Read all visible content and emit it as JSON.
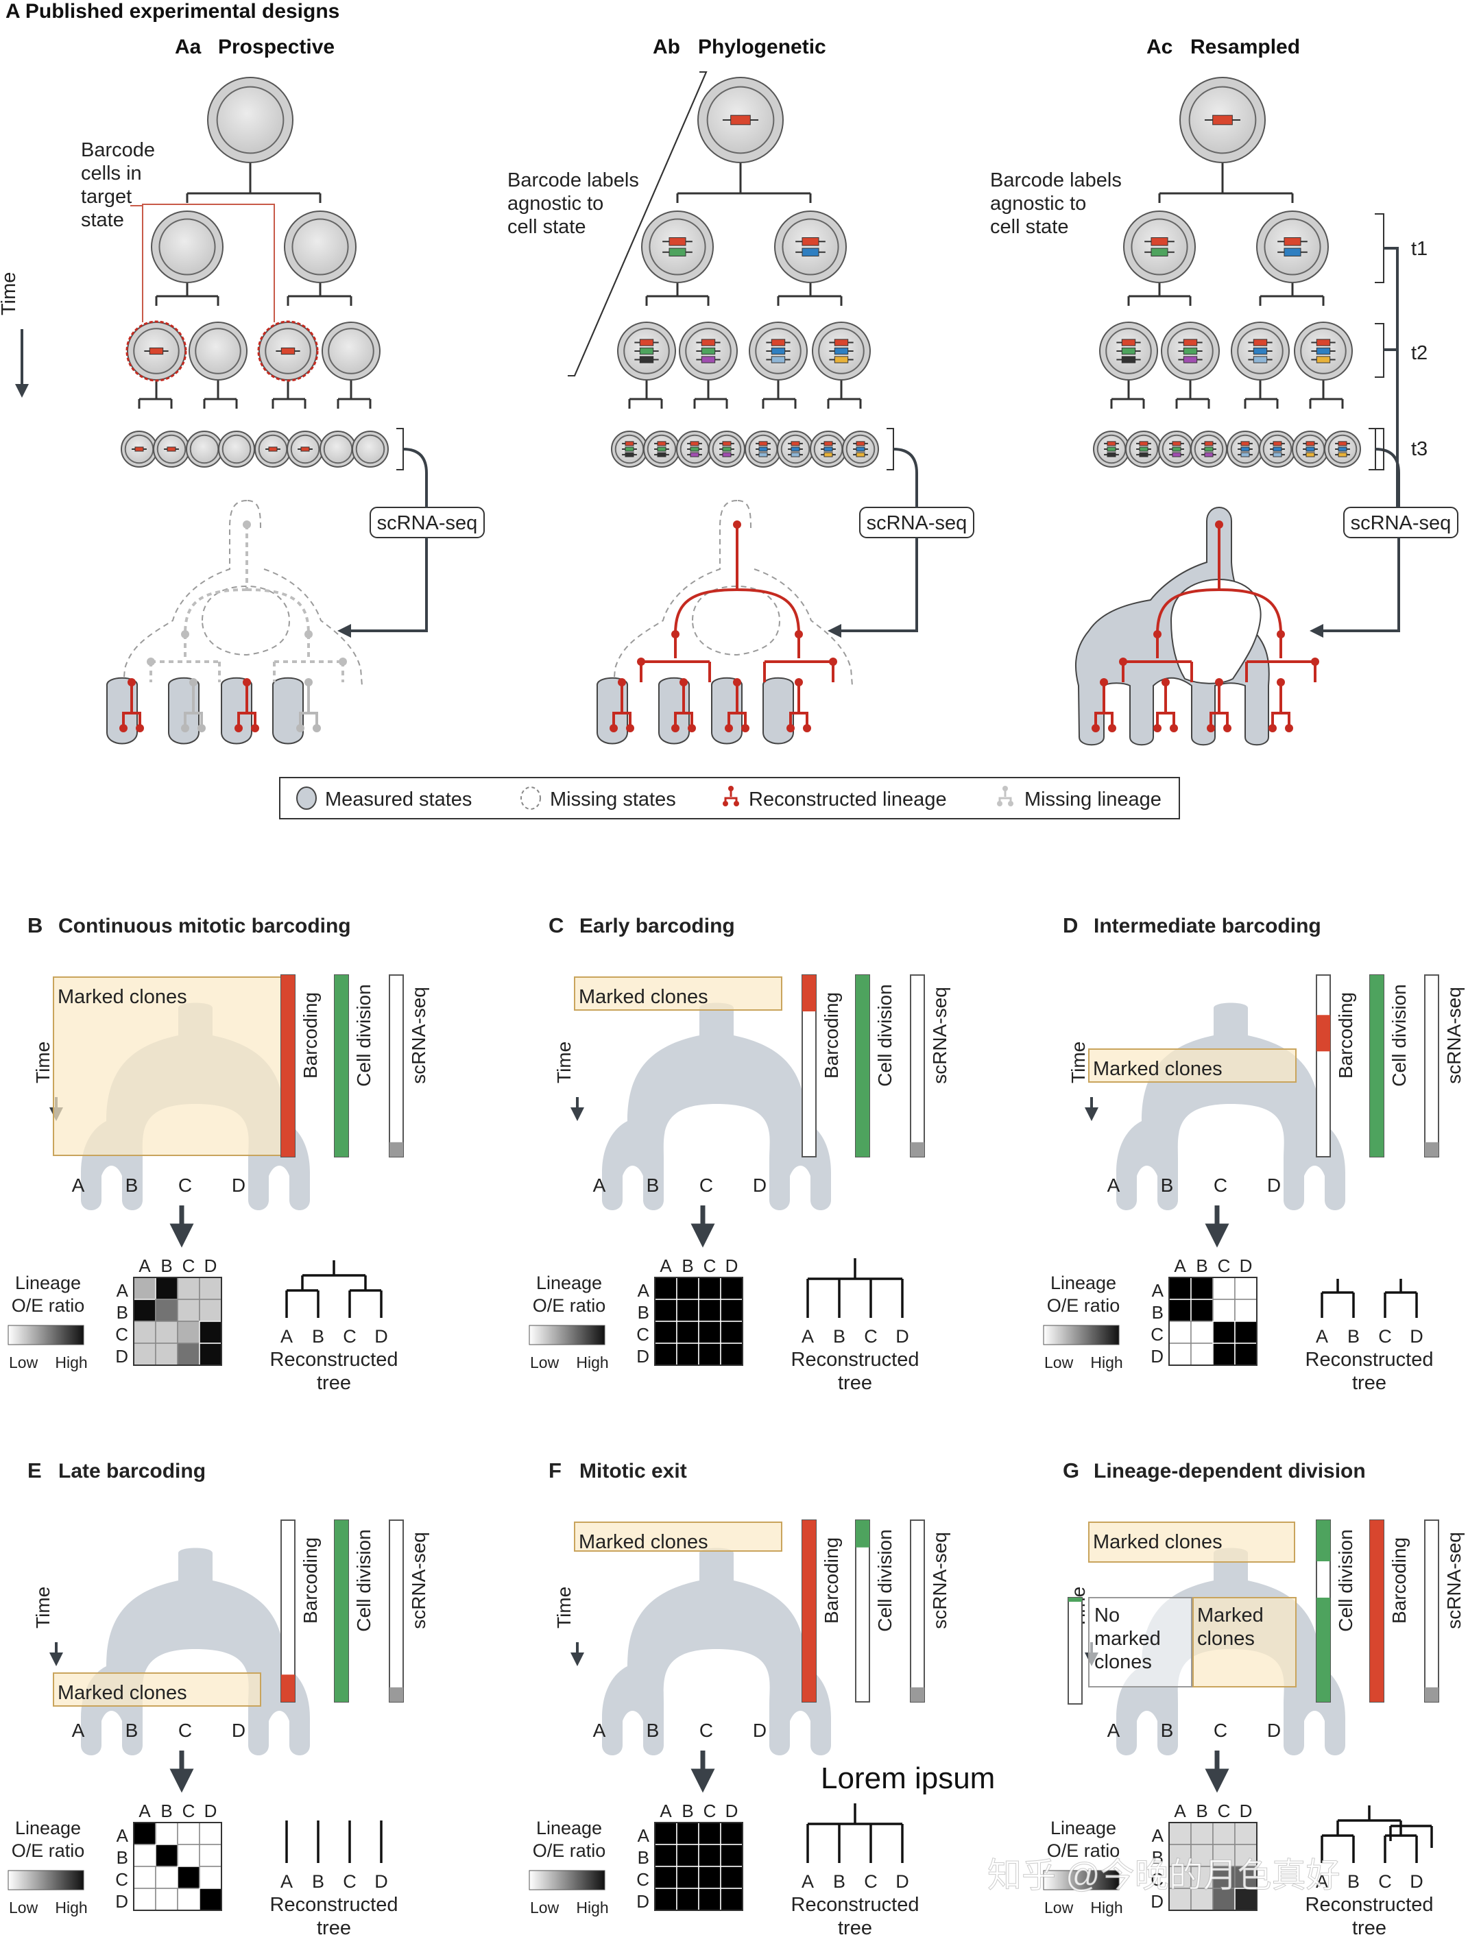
{
  "figure": {
    "section_a_title": "A  Published experimental designs",
    "panels": [
      {
        "id": "Aa",
        "title": "Prospective",
        "note_lines": [
          "Barcode",
          "cells in",
          "target",
          "state"
        ],
        "box_label": "scRNA-seq"
      },
      {
        "id": "Ab",
        "title": "Phylogenetic",
        "note_lines": [
          "Barcode labels",
          "agnostic to",
          "cell state"
        ],
        "box_label": "scRNA-seq"
      },
      {
        "id": "Ac",
        "title": "Resampled",
        "note_lines": [
          "Barcode labels",
          "agnostic to",
          "cell state"
        ],
        "box_label": "scRNA-seq",
        "timepoints": [
          "t1",
          "t2",
          "t3"
        ]
      }
    ],
    "time_label": "Time",
    "legend": [
      {
        "label": "Measured states",
        "icon": "measured-state-icon"
      },
      {
        "label": "Missing states",
        "icon": "missing-state-icon"
      },
      {
        "label": "Reconstructed lineage",
        "icon": "reconstructed-lineage-icon"
      },
      {
        "label": "Missing lineage",
        "icon": "missing-lineage-icon"
      }
    ],
    "colors": {
      "barcode_red": "#d8462e",
      "division_green": "#4ea35e",
      "seq_grey": "#9a9a9a",
      "marked_fill": "#fbe9c6",
      "tree_grey": "#cdd3da",
      "lineage_red": "#c52a20",
      "cell_fill": "#d9d9d9"
    },
    "scenarios": [
      {
        "letter": "B",
        "title": "Continuous mitotic barcoding",
        "marked": "Marked clones",
        "bars": [
          "Barcoding",
          "Cell division",
          "scRNA-seq"
        ],
        "leaves": [
          "A",
          "B",
          "C",
          "D"
        ],
        "matrix_labels": [
          "A",
          "B",
          "C",
          "D"
        ],
        "ratio_label": [
          "Lineage",
          "O/E ratio"
        ],
        "low": "Low",
        "high": "High",
        "tree_label": [
          "Reconstructed",
          "tree"
        ],
        "tree_leaves": [
          "A",
          "B",
          "C",
          "D"
        ],
        "matrix": [
          [
            0.3,
            0.95,
            0.2,
            0.2
          ],
          [
            0.95,
            0.55,
            0.2,
            0.2
          ],
          [
            0.2,
            0.2,
            0.3,
            0.95
          ],
          [
            0.2,
            0.2,
            0.55,
            0.95
          ]
        ]
      },
      {
        "letter": "C",
        "title": "Early barcoding",
        "marked": "Marked clones",
        "bars": [
          "Barcoding",
          "Cell division",
          "scRNA-seq"
        ],
        "leaves": [
          "A",
          "B",
          "C",
          "D"
        ],
        "matrix_labels": [
          "A",
          "B",
          "C",
          "D"
        ],
        "ratio_label": [
          "Lineage",
          "O/E ratio"
        ],
        "low": "Low",
        "high": "High",
        "tree_label": [
          "Reconstructed",
          "tree"
        ],
        "tree_leaves": [
          "A",
          "B",
          "C",
          "D"
        ],
        "matrix": [
          [
            1,
            1,
            1,
            1
          ],
          [
            1,
            1,
            1,
            1
          ],
          [
            1,
            1,
            1,
            1
          ],
          [
            1,
            1,
            1,
            1
          ]
        ]
      },
      {
        "letter": "D",
        "title": "Intermediate barcoding",
        "marked": "Marked clones",
        "bars": [
          "Barcoding",
          "Cell division",
          "scRNA-seq"
        ],
        "leaves": [
          "A",
          "B",
          "C",
          "D"
        ],
        "matrix_labels": [
          "A",
          "B",
          "C",
          "D"
        ],
        "ratio_label": [
          "Lineage",
          "O/E ratio"
        ],
        "low": "Low",
        "high": "High",
        "tree_label": [
          "Reconstructed",
          "tree"
        ],
        "tree_leaves": [
          "A",
          "B",
          "C",
          "D"
        ],
        "matrix": [
          [
            1,
            1,
            0,
            0
          ],
          [
            1,
            1,
            0,
            0
          ],
          [
            0,
            0,
            1,
            1
          ],
          [
            0,
            0,
            1,
            1
          ]
        ]
      },
      {
        "letter": "E",
        "title": "Late barcoding",
        "marked": "Marked clones",
        "bars": [
          "Barcoding",
          "Cell division",
          "scRNA-seq"
        ],
        "leaves": [
          "A",
          "B",
          "C",
          "D"
        ],
        "matrix_labels": [
          "A",
          "B",
          "C",
          "D"
        ],
        "ratio_label": [
          "Lineage",
          "O/E ratio"
        ],
        "low": "Low",
        "high": "High",
        "tree_label": [
          "Reconstructed",
          "tree"
        ],
        "tree_leaves": [
          "A",
          "B",
          "C",
          "D"
        ],
        "matrix": [
          [
            1,
            0,
            0,
            0
          ],
          [
            0,
            1,
            0,
            0
          ],
          [
            0,
            0,
            1,
            0
          ],
          [
            0,
            0,
            0,
            1
          ]
        ]
      },
      {
        "letter": "F",
        "title": "Mitotic exit",
        "marked": "Marked clones",
        "bars": [
          "Barcoding",
          "Cell division",
          "scRNA-seq"
        ],
        "leaves": [
          "A",
          "B",
          "C",
          "D"
        ],
        "matrix_labels": [
          "A",
          "B",
          "C",
          "D"
        ],
        "ratio_label": [
          "Lineage",
          "O/E ratio"
        ],
        "low": "Low",
        "high": "High",
        "tree_label": [
          "Reconstructed",
          "tree"
        ],
        "tree_leaves": [
          "A",
          "B",
          "C",
          "D"
        ],
        "matrix": [
          [
            1,
            1,
            1,
            1
          ],
          [
            1,
            1,
            1,
            1
          ],
          [
            1,
            1,
            1,
            1
          ],
          [
            1,
            1,
            1,
            1
          ]
        ]
      },
      {
        "letter": "G",
        "title": "Lineage-dependent division",
        "marked": "Marked clones",
        "marked2": "Marked clones",
        "unmarked": [
          "No",
          "marked",
          "clones"
        ],
        "bars": [
          "Cell division",
          "Barcoding",
          "scRNA-seq"
        ],
        "leaves": [
          "A",
          "B",
          "C",
          "D"
        ],
        "matrix_labels": [
          "A",
          "B",
          "C",
          "D"
        ],
        "ratio_label": [
          "Lineage",
          "O/E ratio"
        ],
        "low": "Low",
        "high": "High",
        "tree_label": [
          "Reconstructed",
          "tree"
        ],
        "tree_leaves": [
          "A",
          "B",
          "C",
          "D"
        ],
        "matrix": [
          [
            0.15,
            0.15,
            0.15,
            0.15
          ],
          [
            0.15,
            0.15,
            0.15,
            0.15
          ],
          [
            0.15,
            0.15,
            0.6,
            0.6
          ],
          [
            0.15,
            0.15,
            0.6,
            0.85
          ]
        ]
      }
    ],
    "overlay_text": "Lorem ipsum",
    "watermark": "知乎 @今晚的月色真好"
  }
}
